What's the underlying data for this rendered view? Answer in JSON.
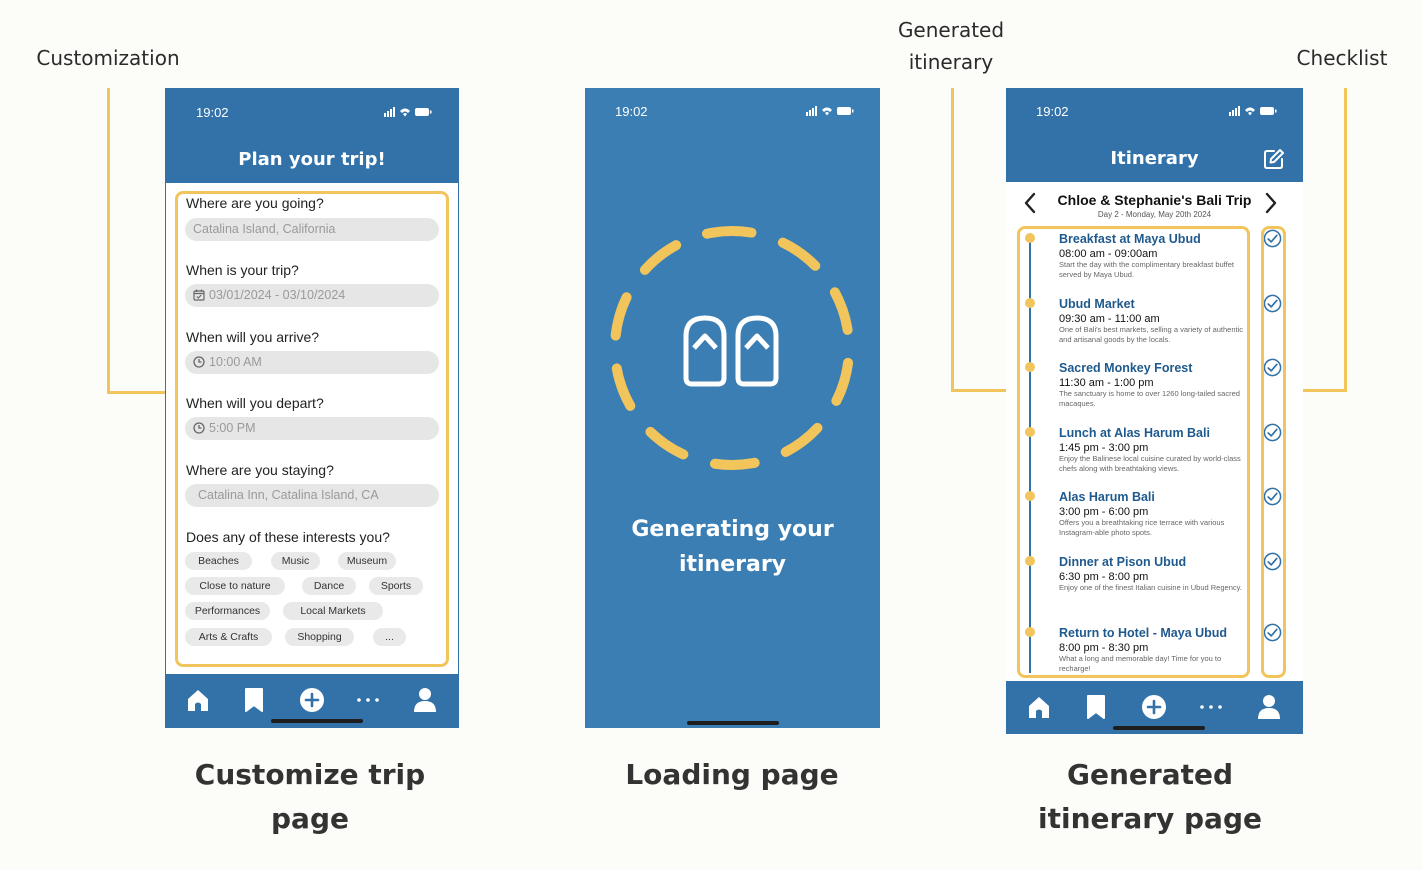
{
  "annotations": {
    "customization": "Customization",
    "generated_itinerary_line1": "Generated",
    "generated_itinerary_line2": "itinerary",
    "checklist": "Checklist"
  },
  "captions": {
    "customize_line1": "Customize trip",
    "customize_line2": "page",
    "loading": "Loading page",
    "generated_line1": "Generated",
    "generated_line2": "itinerary page"
  },
  "colors": {
    "primary": "#3272a8",
    "accent": "#f2c55c"
  },
  "status_time": "19:02",
  "plan": {
    "title": "Plan your trip!",
    "q_going": "Where are you going?",
    "going_placeholder": "Catalina Island, California",
    "q_when": "When is your trip?",
    "when_value": "03/01/2024 - 03/10/2024",
    "q_arrive": "When will you arrive?",
    "arrive_value": "10:00 AM",
    "q_depart": "When will you depart?",
    "depart_value": "5:00 PM",
    "q_staying": "Where are you staying?",
    "staying_placeholder": "Catalina Inn, Catalina Island, CA",
    "q_interests": "Does any of these interests you?",
    "interests": [
      "Beaches",
      "Music",
      "Museum",
      "Close to nature",
      "Dance",
      "Sports",
      "Performances",
      "Local Markets",
      "Arts & Crafts",
      "Shopping",
      "..."
    ]
  },
  "loading": {
    "line1": "Generating your",
    "line2": "itinerary"
  },
  "itinerary": {
    "title": "Itinerary",
    "trip_name": "Chloe & Stephanie's Bali Trip",
    "day": "Day 2 - Monday, May 20th 2024",
    "events": [
      {
        "title": "Breakfast at Maya Ubud",
        "time": "08:00 am - 09:00am",
        "desc": "Start the day with the complimentary breakfast buffet served by Maya Ubud."
      },
      {
        "title": "Ubud Market",
        "time": "09:30 am - 11:00 am",
        "desc": "One of Bali's best markets, selling a variety of authentic and artisanal goods by the locals."
      },
      {
        "title": "Sacred Monkey Forest",
        "time": "11:30 am - 1:00 pm",
        "desc": "The sanctuary is home to over 1260 long-tailed sacred macaques."
      },
      {
        "title": "Lunch at Alas Harum Bali",
        "time": "1:45 pm - 3:00 pm",
        "desc": "Enjoy the Balinese local cuisine curated by world-class chefs along with breathtaking views."
      },
      {
        "title": "Alas Harum Bali",
        "time": "3:00 pm - 6:00 pm",
        "desc": "Offers you a breathtaking rice terrace with various Instagram-able photo spots."
      },
      {
        "title": "Dinner at Pison Ubud",
        "time": "6:30 pm - 8:00 pm",
        "desc": "Enjoy one of the finest Italian cuisine in Ubud Regency."
      },
      {
        "title": "Return to Hotel - Maya Ubud",
        "time": "8:00 pm - 8:30 pm",
        "desc": "What a long and memorable day! Time for you to recharge!"
      }
    ],
    "checked": [
      true,
      true,
      true,
      true,
      true,
      true,
      true
    ]
  },
  "tabbar_icons": [
    "home-icon",
    "bookmark-icon",
    "add-icon",
    "more-icon",
    "profile-icon"
  ]
}
